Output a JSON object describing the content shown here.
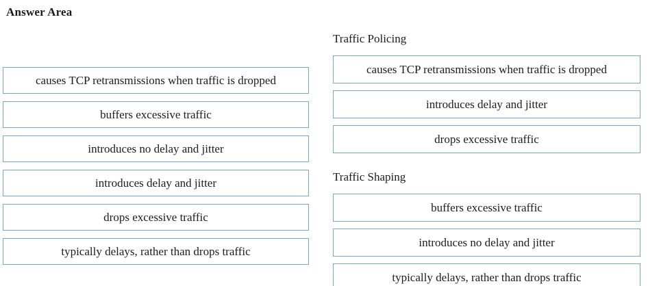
{
  "title": "Answer Area",
  "colors": {
    "box_border": "#74abc3",
    "text": "#1c1c1c",
    "background": "#ffffff"
  },
  "source_tokens": [
    "causes TCP retransmissions when traffic is dropped",
    "buffers excessive traffic",
    "introduces no delay and jitter",
    "introduces delay and jitter",
    "drops excessive traffic",
    "typically delays, rather than drops traffic"
  ],
  "target_groups": [
    {
      "heading": "Traffic Policing",
      "tokens": [
        "causes TCP retransmissions when traffic is dropped",
        "introduces delay and jitter",
        "drops excessive traffic"
      ]
    },
    {
      "heading": "Traffic Shaping",
      "tokens": [
        "buffers excessive traffic",
        "introduces no delay and jitter",
        "typically delays, rather than drops traffic"
      ]
    }
  ]
}
